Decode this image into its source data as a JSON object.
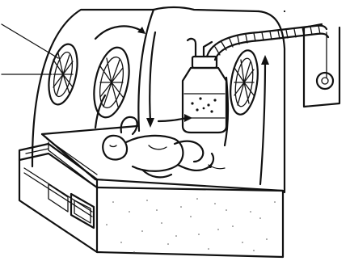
{
  "figure": {
    "background": "#ffffff",
    "ink_color": "#111111",
    "style": "black-and-white line drawing",
    "icons": [
      "incubator-hood",
      "porthole-window",
      "water-reservoir-jar",
      "corrugated-hose",
      "wall-pulley-box",
      "infant",
      "mattress",
      "cabinet-base",
      "control-panel",
      "airflow-arrow",
      "pointer-line"
    ]
  }
}
